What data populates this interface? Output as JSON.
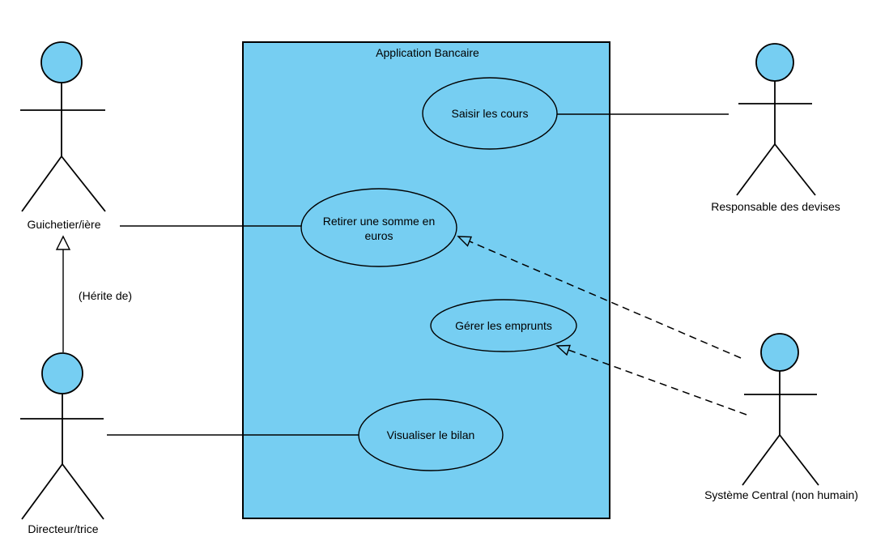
{
  "diagram": {
    "type": "uml-use-case-diagram",
    "colors": {
      "shape_fill": "#76CEF2",
      "stroke": "#000000",
      "canvas": "#FFFFFF"
    },
    "system": {
      "label": "Application Bancaire"
    },
    "use_cases": {
      "saisir": {
        "label": "Saisir les cours"
      },
      "retirer": {
        "line1": "Retirer une somme en",
        "line2": "euros"
      },
      "gerer": {
        "label": "Gérer les emprunts"
      },
      "visualiser": {
        "label": "Visualiser le bilan"
      }
    },
    "actors": {
      "guichetier": {
        "label": "Guichetier/ière"
      },
      "directeur": {
        "label": "Directeur/trice"
      },
      "responsable_devises": {
        "label": "Responsable des devises"
      },
      "systeme_central": {
        "label": "Système Central (non humain)"
      }
    },
    "annotations": {
      "inheritance": "(Hérite de)"
    }
  }
}
